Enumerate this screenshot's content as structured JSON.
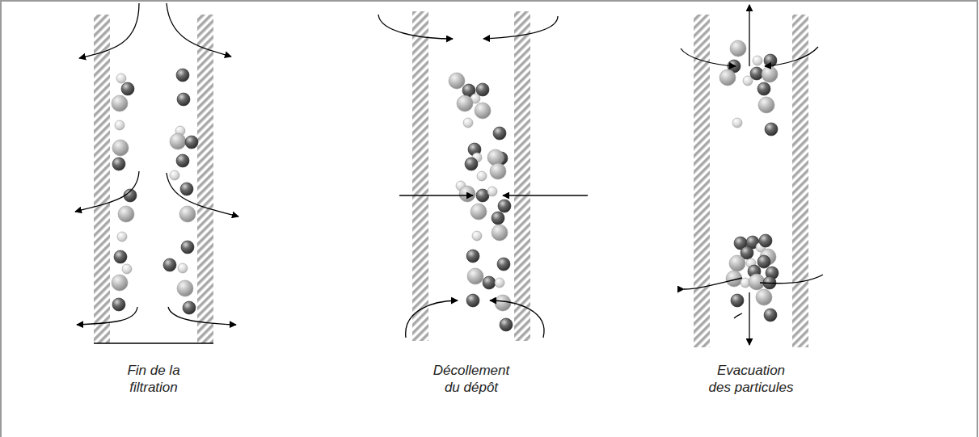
{
  "diagram": {
    "labels": [
      "Fin de la filtration",
      "Décollement du dépôt",
      "Evacuation des particules"
    ]
  }
}
